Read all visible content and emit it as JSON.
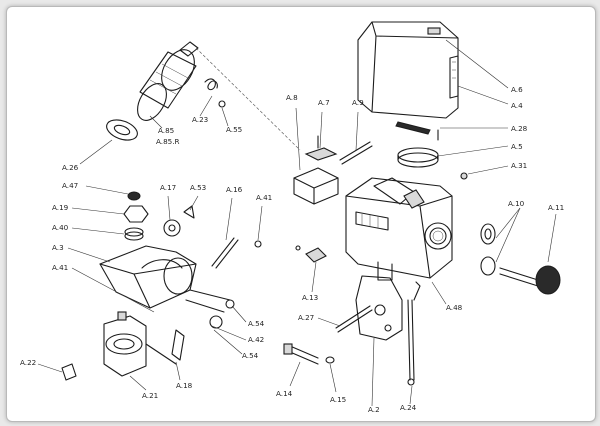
{
  "colors": {
    "paper": "#ffffff",
    "border": "#b9b9b9",
    "ink": "#1c1c1c",
    "background": "#e9e9e9"
  },
  "labels": {
    "a6": "A.6",
    "a4": "A.4",
    "a28": "A.28",
    "a5": "A.5",
    "a31": "A.31",
    "a8": "A.8",
    "a7": "A.7",
    "a9": "A.9",
    "a85": "A.85",
    "a85r": "A.85.R",
    "a23": "A.23",
    "a55": "A.55",
    "a26": "A.26",
    "a47": "A.47",
    "a17": "A.17",
    "a53": "A.53",
    "a16": "A.16",
    "a41top": "A.41",
    "a19": "A.19",
    "a40": "A.40",
    "a3": "A.3",
    "a41": "A.41",
    "a10": "A.10",
    "a11": "A.11",
    "a13": "A.13",
    "a48": "A.48",
    "a27": "A.27",
    "a54a": "A.54",
    "a42": "A.42",
    "a54b": "A.54",
    "a22": "A.22",
    "a18": "A.18",
    "a21": "A.21",
    "a14": "A.14",
    "a15": "A.15",
    "a2": "A.2",
    "a24": "A.24"
  }
}
